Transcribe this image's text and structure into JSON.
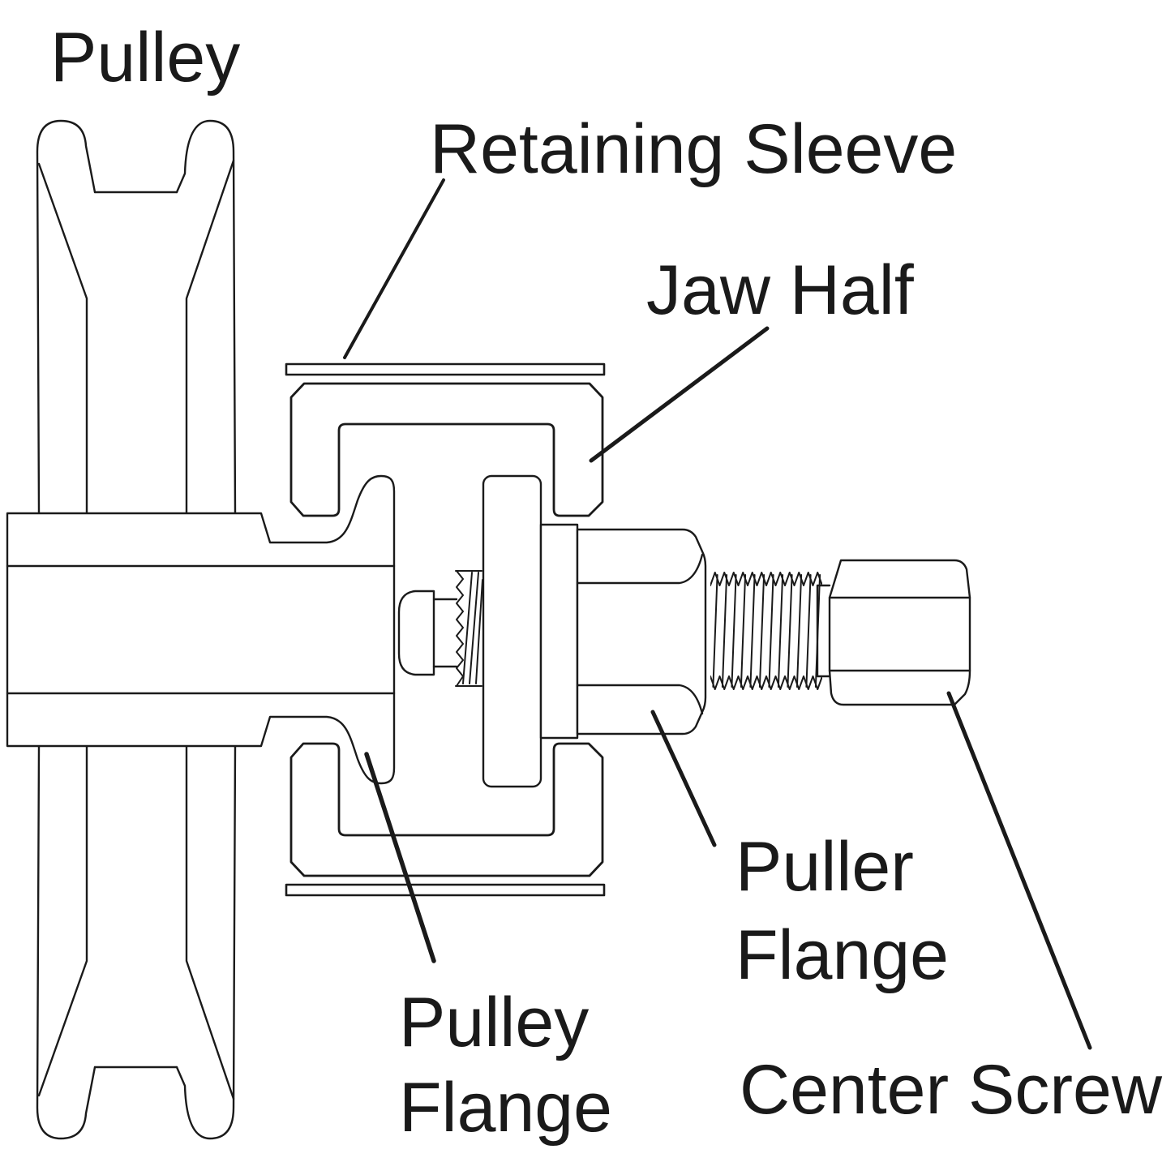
{
  "figure": {
    "type": "technical-line-diagram",
    "subject": "Pulley puller tool cross-section",
    "background_color": "#ffffff",
    "line_color": "#1a1a1a",
    "labels": {
      "pulley": "Pulley",
      "retaining_sleeve": "Retaining Sleeve",
      "jaw_half": "Jaw Half",
      "puller_flange": [
        "Puller",
        "Flange"
      ],
      "pulley_flange": [
        "Pulley",
        "Flange"
      ],
      "center_screw": "Center Screw"
    }
  }
}
